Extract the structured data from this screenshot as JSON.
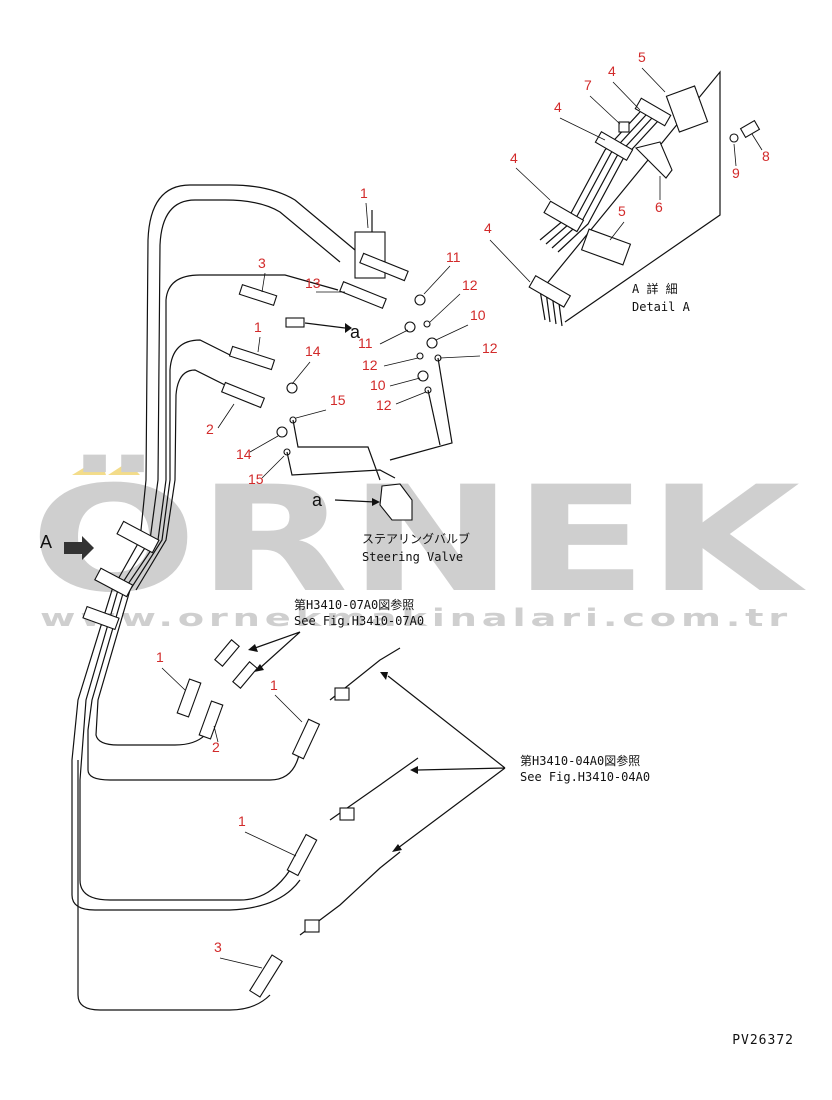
{
  "watermark": {
    "brand": "ÖRNEK",
    "url": "www.ornekmakinalari.com.tr"
  },
  "drawing_code": "PV26372",
  "callouts": [
    "1",
    "2",
    "3",
    "4",
    "5",
    "6",
    "7",
    "8",
    "9",
    "10",
    "11",
    "12",
    "13",
    "14",
    "15"
  ],
  "refs": {
    "steering_valve_jp": "ステアリングバルブ",
    "steering_valve_en": "Steering Valve",
    "fig_0700_jp": "第H3410-07A0図参照",
    "fig_0700_en": "See Fig.H3410-07A0",
    "fig_0400_jp": "第H3410-04A0図参照",
    "fig_0400_en": "See Fig.H3410-04A0",
    "detail_jp": "A 詳 細",
    "detail_en": "Detail A",
    "view_a": "A",
    "point_a": "a"
  },
  "colors": {
    "callout": "#d22a2a",
    "line": "#111111",
    "watermark": "#cfcfcf",
    "watermark_accent": "#f3dc8a"
  }
}
